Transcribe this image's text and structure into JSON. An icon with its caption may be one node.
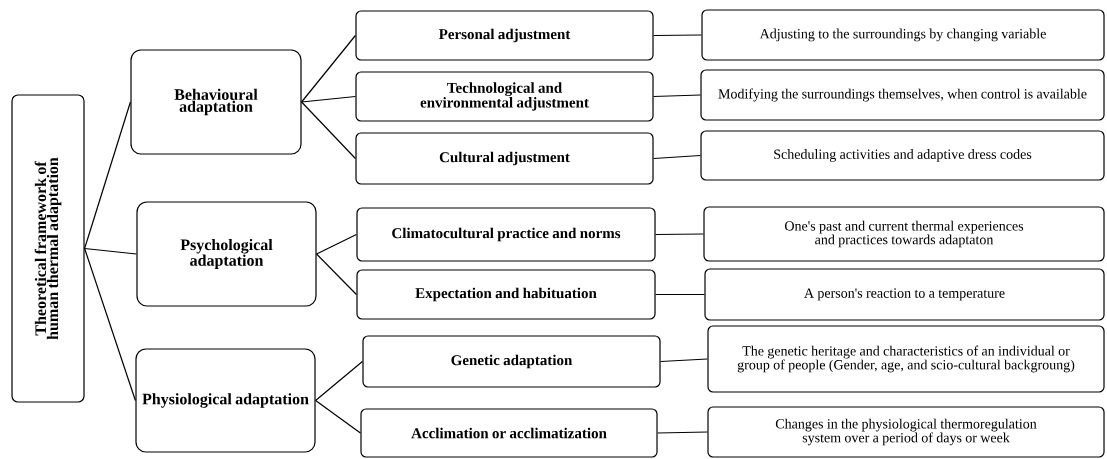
{
  "diagram": {
    "nodes": [
      {
        "text": [
          "Theoretical framework of human thermal adaptation"
        ]
      },
      {
        "text": [
          "Behavioural adaptation"
        ]
      },
      {
        "text": [
          "Personal adjustment"
        ]
      },
      {
        "text": [
          "Adjusting to the surroundings by changing variable"
        ]
      },
      {
        "text": [
          "Technological and environmental adjustment"
        ]
      },
      {
        "text": [
          "Modifying the surroundings themselves, when control is available"
        ]
      },
      {
        "text": [
          "Cultural adjustment"
        ]
      },
      {
        "text": [
          "Scheduling activities and adaptive dress codes"
        ]
      },
      {
        "text": [
          "Psychological adaptation"
        ]
      },
      {
        "text": [
          "Climatocultural practice and norms"
        ]
      },
      {
        "text": [
          "One's past and current thermal experiences and practices towards adaptaton"
        ]
      },
      {
        "text": [
          "Expectation and habituation"
        ]
      },
      {
        "text": [
          "A person's reaction to a temperature"
        ]
      },
      {
        "text": [
          "Physiological adaptation"
        ]
      },
      {
        "text": [
          "Genetic adaptation"
        ]
      },
      {
        "text": [
          "The genetic heritage and characteristics of an individual or group of people (Gender, age, and scio-cultural backgroung)"
        ]
      },
      {
        "text": [
          "Acclimation or acclimatization"
        ]
      },
      {
        "text": [
          "Changes in the physiological thermoregulation system over a period of days or week"
        ]
      }
    ],
    "edges": [
      {
        "from": 0,
        "to": 1,
        "arrow": "none"
      },
      {
        "from": 0,
        "to": 8,
        "arrow": "none"
      },
      {
        "from": 0,
        "to": 13,
        "arrow": "none"
      },
      {
        "from": 1,
        "to": 2,
        "arrow": "none"
      },
      {
        "from": 1,
        "to": 4,
        "arrow": "none"
      },
      {
        "from": 1,
        "to": 6,
        "arrow": "none"
      },
      {
        "from": 2,
        "to": 3,
        "arrow": "none"
      },
      {
        "from": 4,
        "to": 5,
        "arrow": "none"
      },
      {
        "from": 6,
        "to": 7,
        "arrow": "none"
      },
      {
        "from": 8,
        "to": 9,
        "arrow": "none"
      },
      {
        "from": 8,
        "to": 11,
        "arrow": "none"
      },
      {
        "from": 9,
        "to": 10,
        "arrow": "none"
      },
      {
        "from": 11,
        "to": 12,
        "arrow": "none"
      },
      {
        "from": 13,
        "to": 14,
        "arrow": "none"
      },
      {
        "from": 13,
        "to": 16,
        "arrow": "none"
      },
      {
        "from": 14,
        "to": 15,
        "arrow": "none"
      },
      {
        "from": 16,
        "to": 17,
        "arrow": "none"
      }
    ]
  }
}
